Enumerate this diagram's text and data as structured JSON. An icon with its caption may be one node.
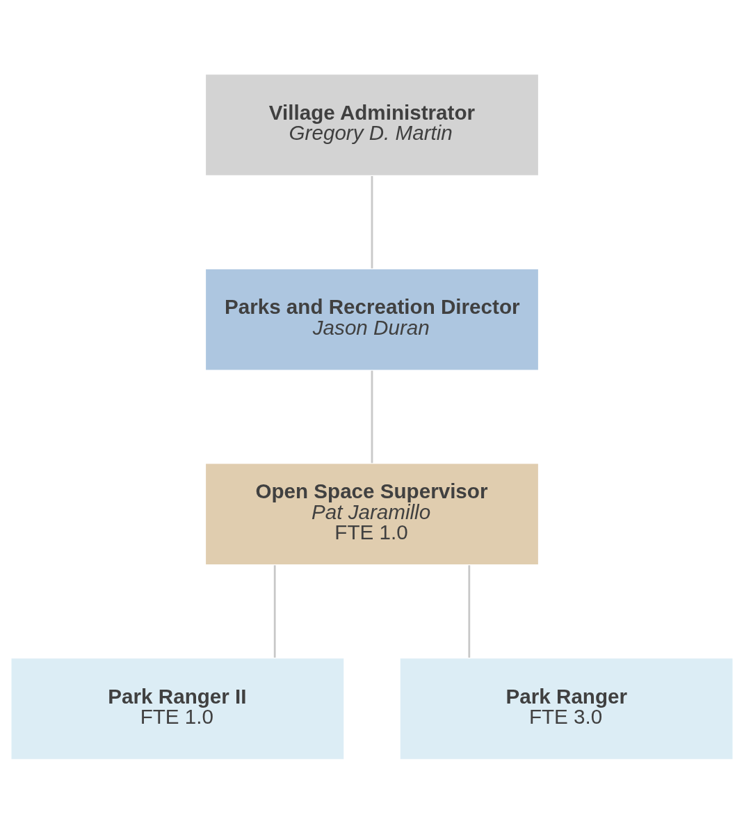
{
  "diagram": {
    "nodes": [
      {
        "text": [
          "Village Administrator",
          "Gregory D. Martin"
        ]
      },
      {
        "text": [
          "Parks and Recreation Director",
          "Jason Duran"
        ]
      },
      {
        "text": [
          "Open Space Supervisor",
          "Pat Jaramillo",
          "FTE 1.0"
        ]
      },
      {
        "text": [
          "Park Ranger II",
          "FTE 1.0"
        ]
      },
      {
        "text": [
          "Park Ranger",
          "FTE 3.0"
        ]
      }
    ],
    "edges": [
      {
        "from": 0,
        "to": 1,
        "arrow": "none"
      },
      {
        "from": 1,
        "to": 2,
        "arrow": "none"
      },
      {
        "from": 2,
        "to": 3,
        "arrow": "none"
      },
      {
        "from": 2,
        "to": 4,
        "arrow": "none"
      }
    ]
  }
}
